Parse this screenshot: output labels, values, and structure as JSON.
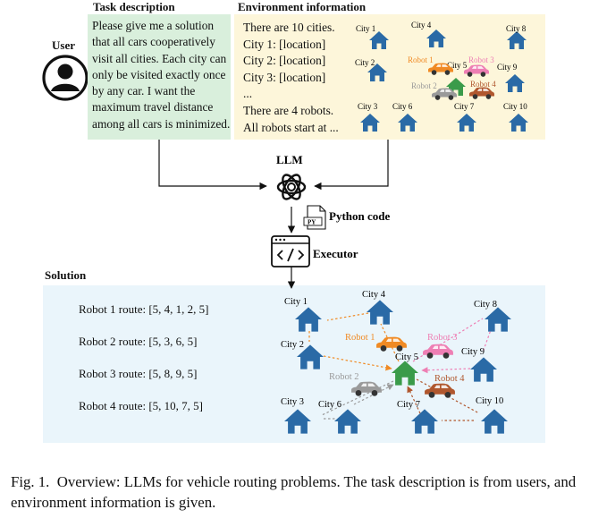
{
  "user": {
    "label": "User"
  },
  "task": {
    "header": "Task description",
    "lines": [
      "Please give me a solution",
      "that all cars cooperatively",
      "visit all cities. Each city can",
      "only be visited exactly once",
      "by any car. I want the",
      "maximum travel distance",
      "among all cars is minimized."
    ]
  },
  "environment": {
    "header": "Environment information",
    "lines": [
      "There are 10 cities.",
      "City 1: [location]",
      "City 2: [location]",
      "City 3: [location]",
      "...",
      "There are 4 robots.",
      "All robots start at ..."
    ]
  },
  "pipeline": {
    "llm": "LLM",
    "code_label": "Python code",
    "file_badge": "PY",
    "executor": "Executor"
  },
  "solution": {
    "header": "Solution",
    "routes": [
      "Robot 1 route: [5, 4, 1, 2, 5]",
      "Robot 2 route: [5, 3, 6, 5]",
      "Robot 3 route: [5, 8, 9, 5]",
      "Robot 4 route: [5, 10, 7, 5]"
    ]
  },
  "map_labels": {
    "cities": [
      "City 1",
      "City 2",
      "City 3",
      "City 4",
      "City 5",
      "City 6",
      "City 7",
      "City 8",
      "City 9",
      "City 10"
    ],
    "robots": [
      "Robot 1",
      "Robot 2",
      "Robot 3",
      "Robot 4"
    ]
  },
  "colors": {
    "task_bg": "#d9efdc",
    "env_bg": "#fdf6da",
    "solution_bg": "#eaf5fb",
    "house": "#2a6aa6",
    "depot_house": "#3a9b4a",
    "robot1": "#f08a24",
    "robot2": "#9a9a9a",
    "robot3": "#ee7fb4",
    "robot4": "#b0572e"
  },
  "caption": {
    "prefix": "Fig. 1.",
    "text": "Overview: LLMs for vehicle routing problems. The task description is from users, and environment information is given."
  }
}
